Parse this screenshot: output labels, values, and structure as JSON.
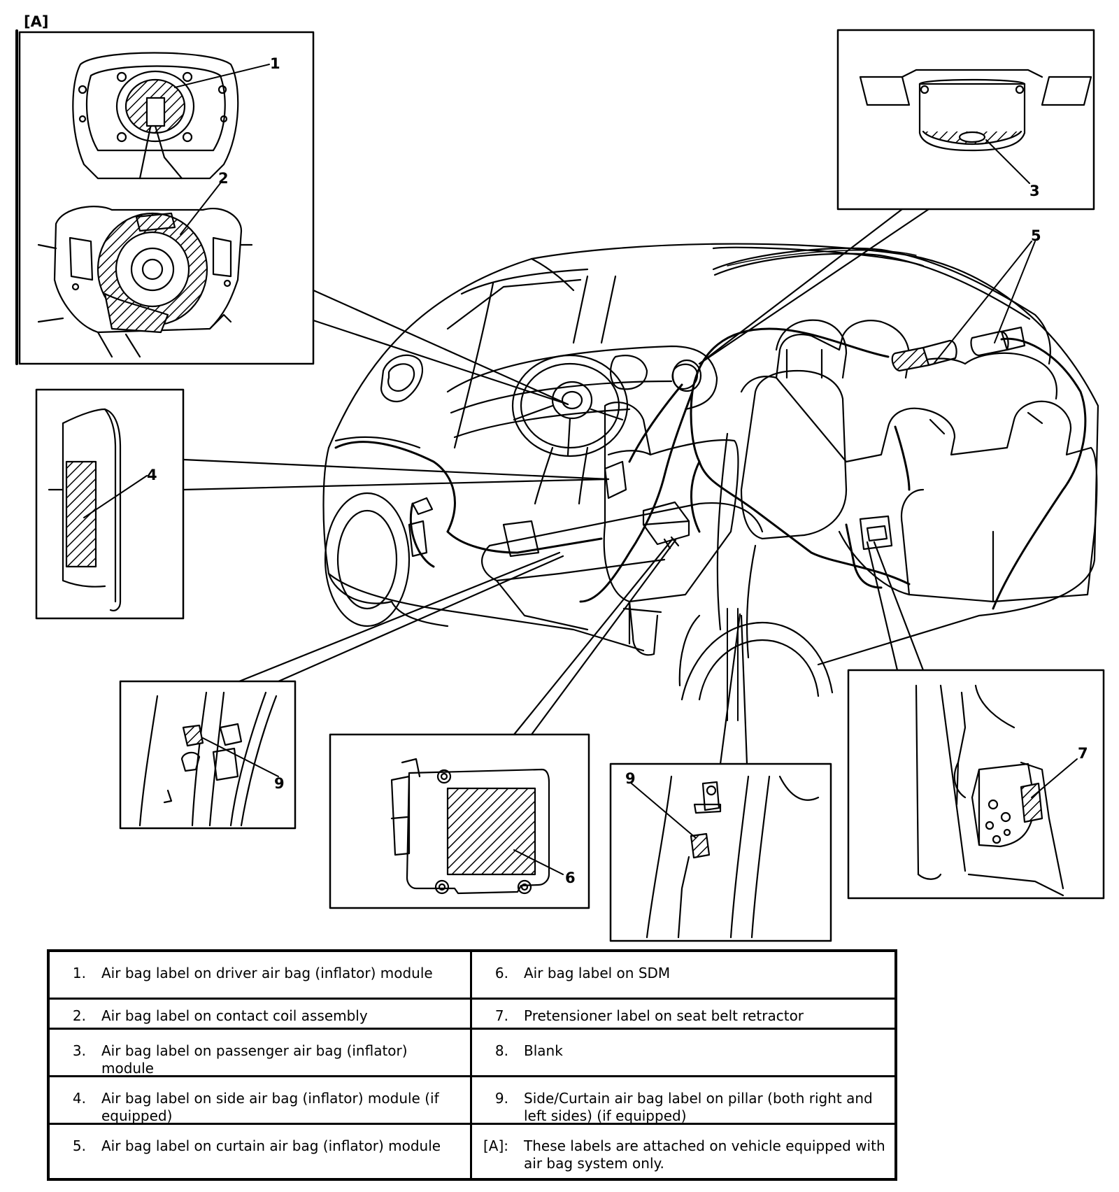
{
  "figure": {
    "inset_tag": "[A]",
    "callouts": {
      "c1": "1",
      "c2": "2",
      "c3": "3",
      "c4": "4",
      "c5": "5",
      "c6": "6",
      "c7": "7",
      "c9a": "9",
      "c9b": "9"
    },
    "colors": {
      "line": "#000000",
      "background": "#ffffff"
    }
  },
  "legend": {
    "rows": [
      {
        "left": {
          "num": "1.",
          "text": "Air bag label on driver air bag (inflator) module"
        },
        "right": {
          "num": "6.",
          "text": "Air bag label on SDM"
        }
      },
      {
        "left": {
          "num": "2.",
          "text": "Air bag label on contact coil assembly"
        },
        "right": {
          "num": "7.",
          "text": "Pretensioner label on seat belt retractor"
        }
      },
      {
        "left": {
          "num": "3.",
          "text": "Air bag label on passenger air bag (inflator) module"
        },
        "right": {
          "num": "8.",
          "text": "Blank"
        }
      },
      {
        "left": {
          "num": "4.",
          "text": "Air bag label on side air bag (inflator) module (if equipped)"
        },
        "right": {
          "num": "9.",
          "text": "Side/Curtain air bag label on pillar (both right and left sides) (if equipped)"
        }
      },
      {
        "left": {
          "num": "5.",
          "text": "Air bag label on curtain air bag (inflator) module"
        },
        "right": {
          "num": "[A]:",
          "text": "These labels are attached on vehicle equipped with air bag system only."
        }
      }
    ]
  }
}
